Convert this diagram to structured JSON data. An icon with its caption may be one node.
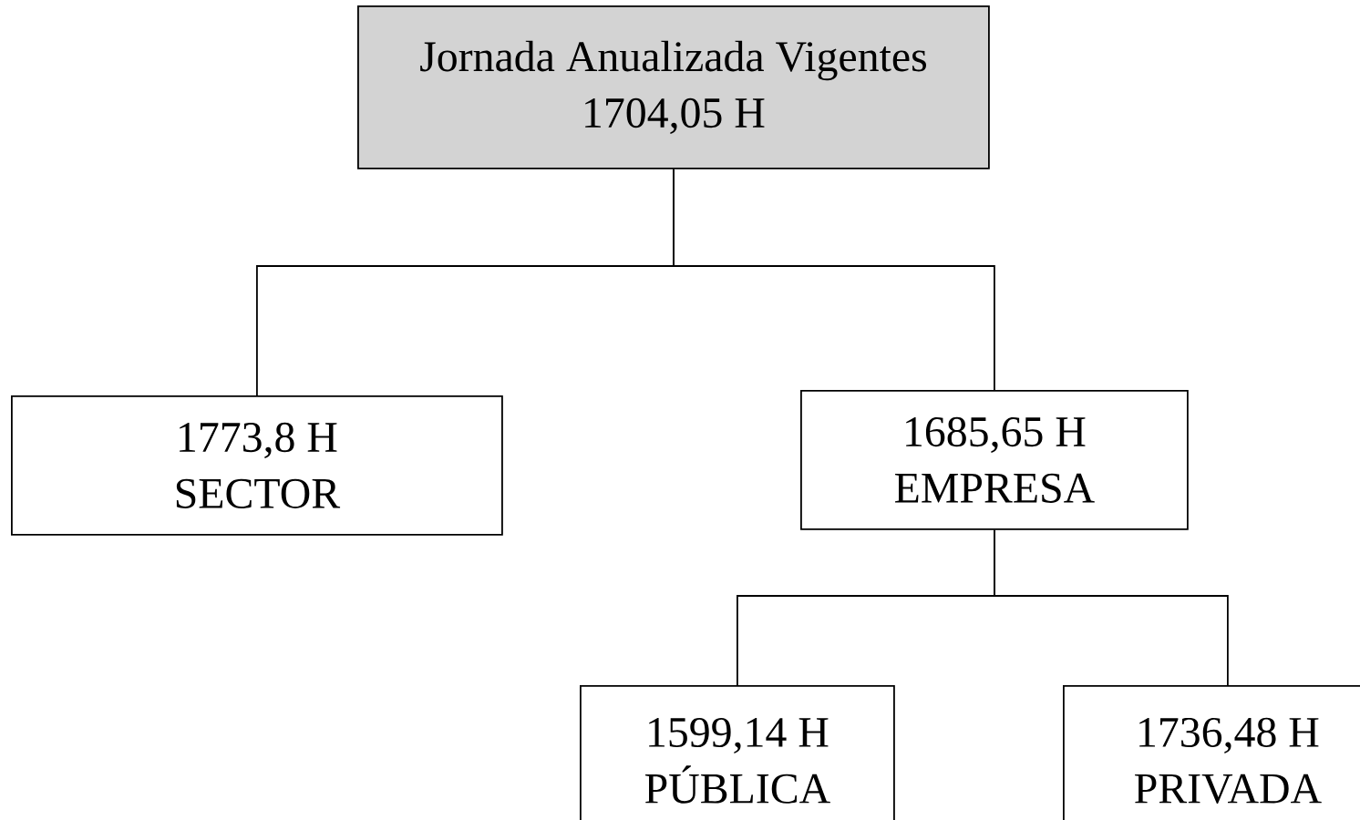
{
  "diagram": {
    "nodes": [
      {
        "text": [
          "Jornada Anualizada Vigentes",
          "1704,05 H"
        ]
      },
      {
        "text": [
          "1773,8 H",
          "SECTOR"
        ]
      },
      {
        "text": [
          "1685,65 H",
          "EMPRESA"
        ]
      },
      {
        "text": [
          "1599,14 H",
          "PÚBLICA"
        ]
      },
      {
        "text": [
          "1736,48 H",
          "PRIVADA"
        ]
      }
    ],
    "edges": [
      {
        "from": 0,
        "to": 1,
        "arrow": "none"
      },
      {
        "from": 0,
        "to": 2,
        "arrow": "none"
      },
      {
        "from": 2,
        "to": 3,
        "arrow": "none"
      },
      {
        "from": 2,
        "to": 4,
        "arrow": "none"
      }
    ]
  }
}
